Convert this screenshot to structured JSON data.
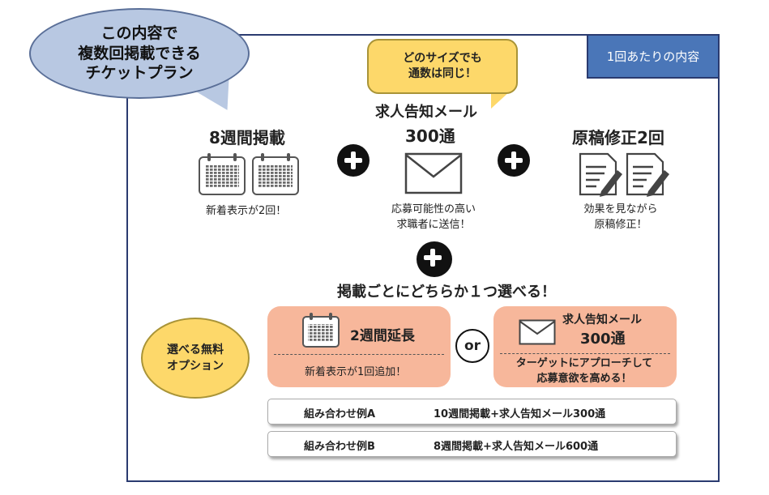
{
  "bubble": {
    "line1": "この内容で",
    "line2": "複数回掲載できる",
    "line3": "チケットプラン"
  },
  "tag": "1回あたりの内容",
  "callout": {
    "line1": "どのサイズでも",
    "line2": "通数は同じ！"
  },
  "items": {
    "weeks": {
      "title": "8週間掲載",
      "desc": "新着表示が2回！"
    },
    "mail": {
      "heading": "求人告知メール",
      "count": "300通",
      "desc_line1": "応募可能性の高い",
      "desc_line2": "求職者に送信！"
    },
    "revision": {
      "title": "原稿修正2回",
      "desc_line1": "効果を見ながら",
      "desc_line2": "原稿修正！"
    }
  },
  "choose_text": "掲載ごとにどちらか１つ選べる！",
  "free_option": {
    "line1": "選べる無料",
    "line2": "オプション"
  },
  "options": {
    "extend": {
      "title": "2週間延長",
      "desc": "新着表示が1回追加！"
    },
    "or": "or",
    "mail": {
      "heading": "求人告知メール",
      "count": "300通",
      "desc_line1": "ターゲットにアプローチして",
      "desc_line2": "応募意欲を高める！"
    }
  },
  "examples": [
    {
      "label": "組み合わせ例A",
      "value": "10週間掲載+求人告知メール300通"
    },
    {
      "label": "組み合わせ例B",
      "value": "8週間掲載+求人告知メール600通"
    }
  ],
  "colors": {
    "frame": "#2a3b70",
    "tag_bg": "#4a76b8",
    "bubble": "#b8c8e2",
    "callout": "#fdd86a",
    "option_card": "#f7b79b"
  }
}
